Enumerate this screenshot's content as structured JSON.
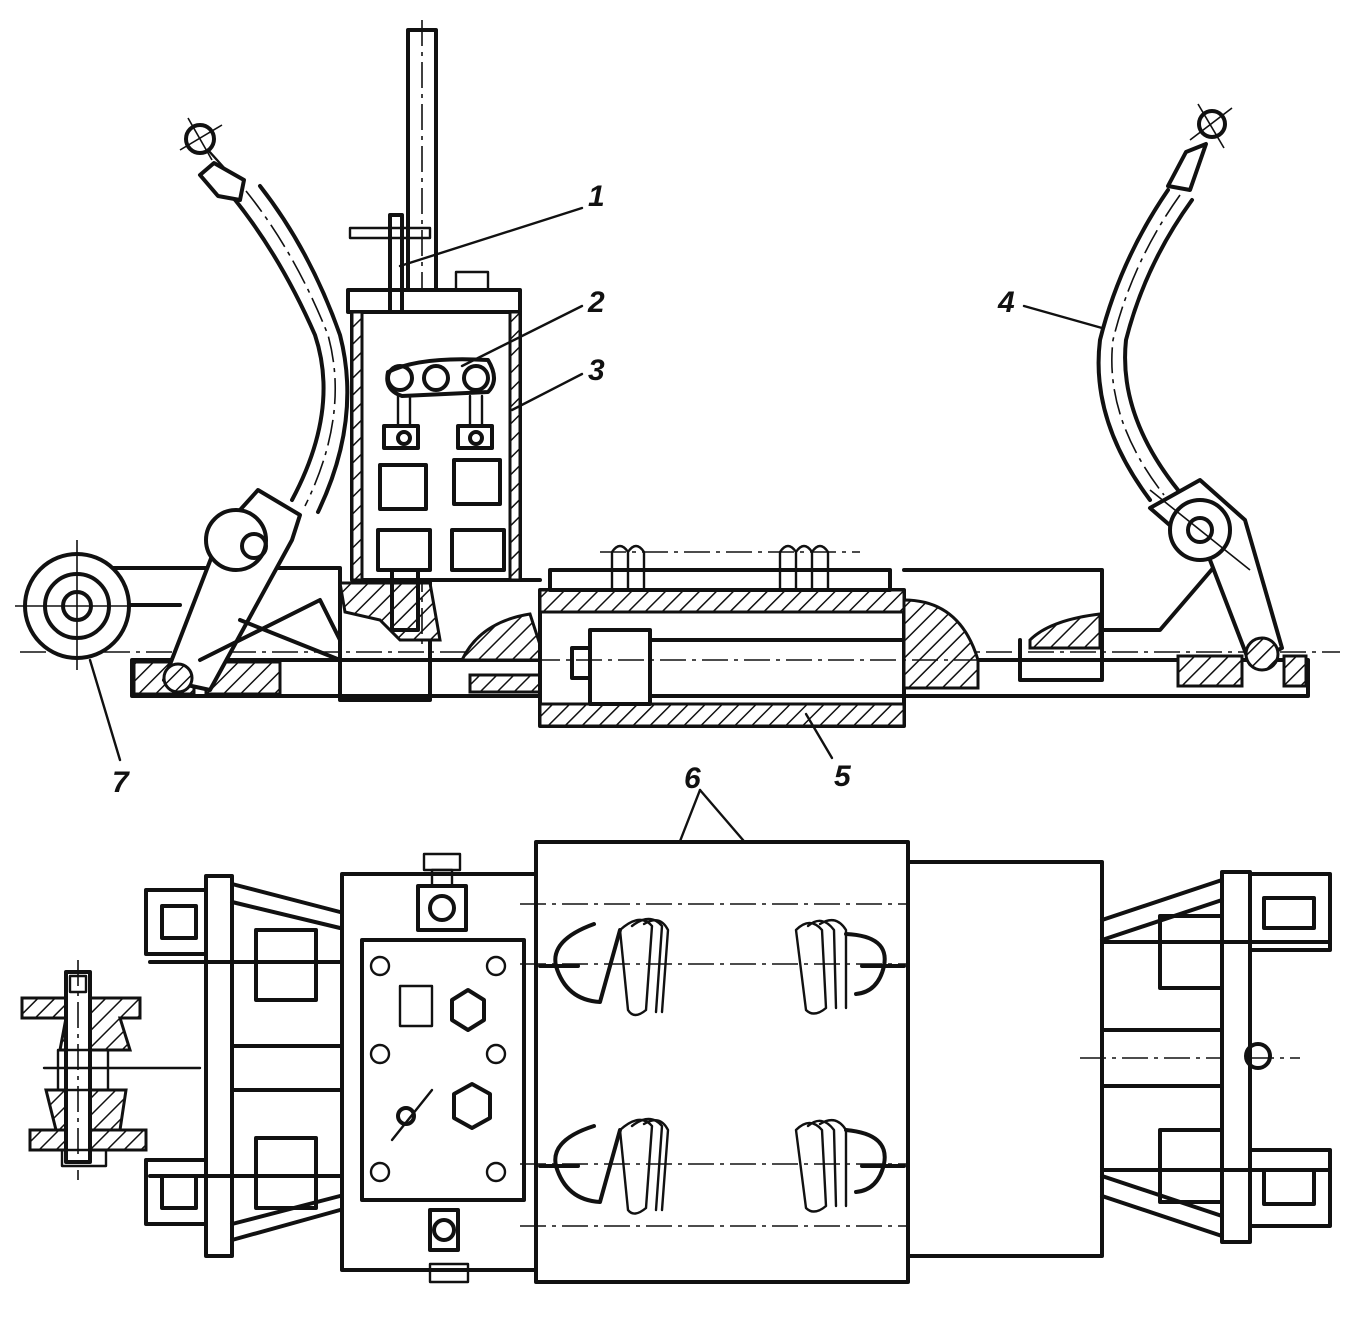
{
  "labels": {
    "l1": "1",
    "l2": "2",
    "l3": "3",
    "l4": "4",
    "l5": "5",
    "l6": "6",
    "l7": "7"
  },
  "colors": {
    "ink": "#111111",
    "paper": "#ffffff"
  }
}
